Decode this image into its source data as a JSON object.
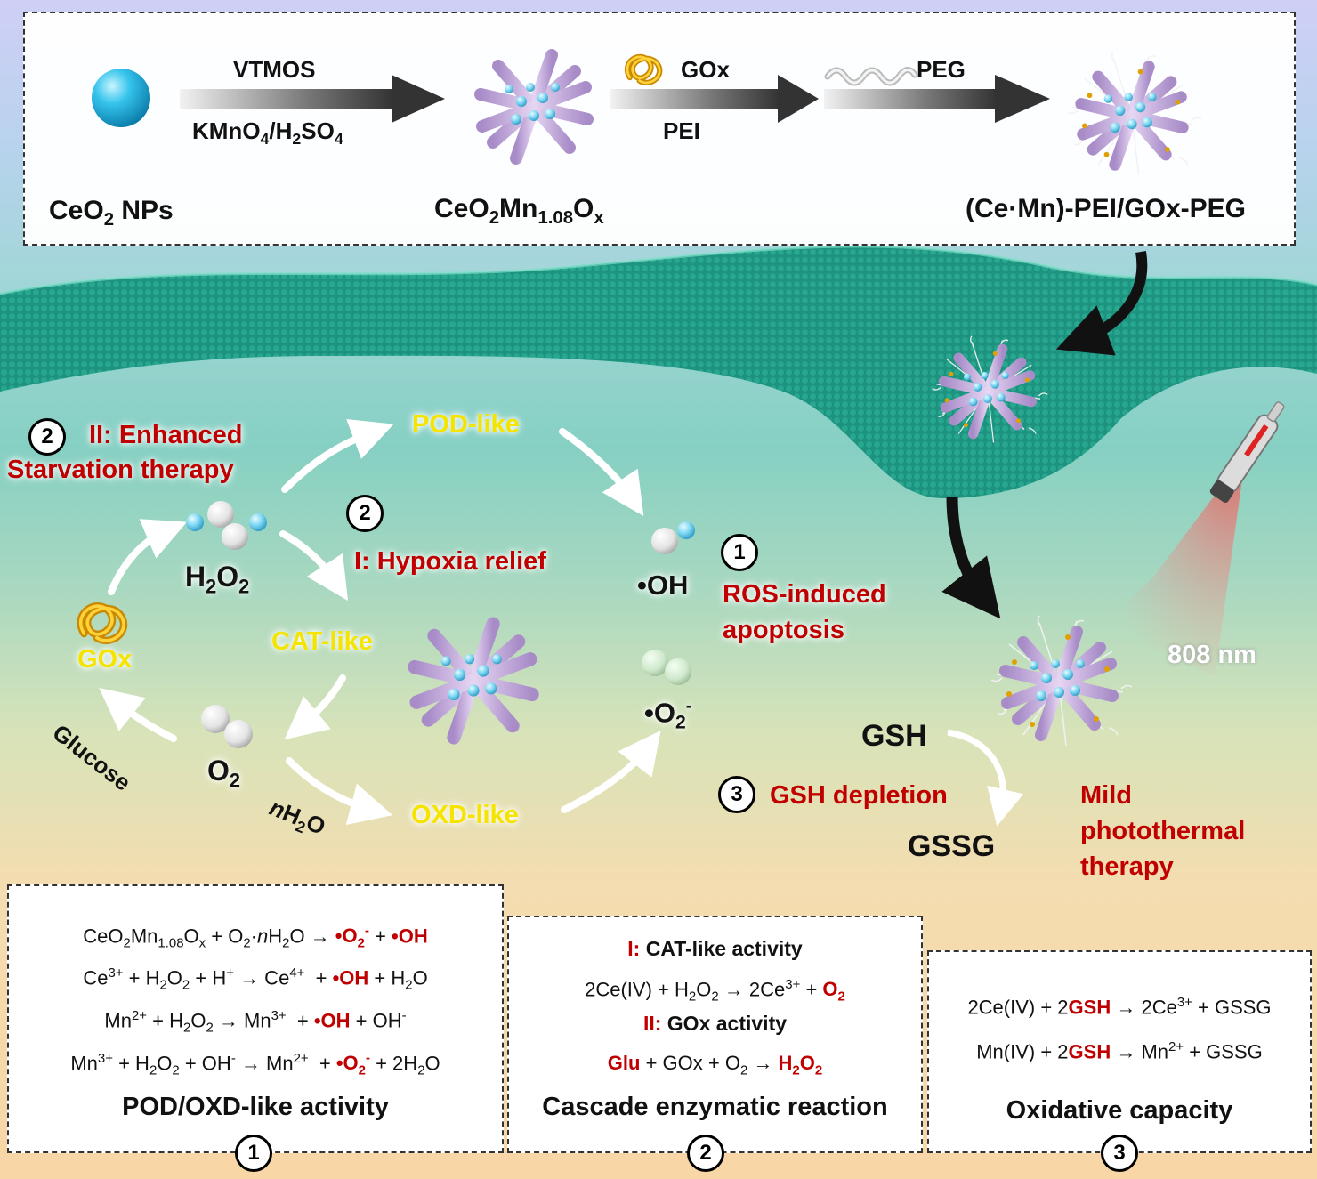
{
  "top": {
    "step1_top": "VTMOS",
    "step1_bottom": "KMnO4/H2SO4",
    "step2_top": "GOx",
    "step2_bottom": "PEI",
    "step3_top": "PEG",
    "left_label": "CeO2 NPs",
    "mid_label": "CeO2Mn1.08Ox",
    "right_label": "(Ce·Mn)-PEI/GOx-PEG"
  },
  "cycle": {
    "pod": "POD-like",
    "cat": "CAT-like",
    "oxd": "OXD-like",
    "gox": "GOx",
    "glucose": "Glucose",
    "h2o2": "H2O2",
    "o2": "O2",
    "oh": "•OH",
    "o2m": "•O2-",
    "nh2o": "nH2O",
    "n2a": "2",
    "n2b": "2",
    "n1": "1",
    "n3": "3",
    "enhanced_l1": "II: Enhanced",
    "enhanced_l2": "Starvation therapy",
    "hypoxia": "I: Hypoxia relief",
    "ros_l1": "ROS-induced",
    "ros_l2": "apoptosis",
    "gsh": "GSH",
    "gssg": "GSSG",
    "gsh_dep": "GSH depletion",
    "laser": "808 nm",
    "mild_l1": "Mild",
    "mild_l2": "photothermal",
    "mild_l3": "therapy"
  },
  "panel1": {
    "title": "POD/OXD-like activity",
    "num": "1",
    "eq1": "CeO2Mn1.08Ox + O2·nH2O → •O2- + •OH",
    "eq2": "Ce3+ + H2O2 + H+ → Ce4+ + •OH + H2O",
    "eq3": "Mn2+ + H2O2 → Mn3+ + •OH + OH-",
    "eq4": "Mn3+ + H2O2 + OH- → Mn2+ + •O2- + 2H2O"
  },
  "panel2": {
    "title": "Cascade enzymatic reaction",
    "num": "2",
    "h1": "I: CAT-like activity",
    "eq1": "2Ce(IV) + H2O2 → 2Ce3+ + O2",
    "h2": "II: GOx activity",
    "eq2": "Glu + GOx + O2 → H2O2"
  },
  "panel3": {
    "title": "Oxidative capacity",
    "num": "3",
    "eq1": "2Ce(IV) + 2GSH → 2Ce3+ + GSSG",
    "eq2": "Mn(IV) + 2GSH → Mn2+ + GSSG"
  }
}
